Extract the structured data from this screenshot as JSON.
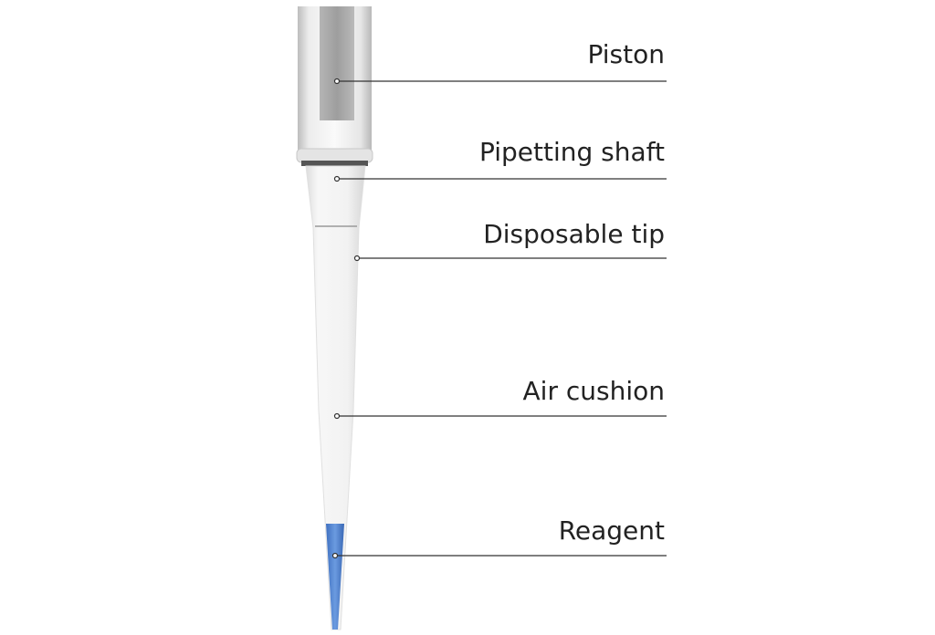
{
  "labels": {
    "piston": "Piston",
    "shaft": "Pipetting shaft",
    "tip": "Disposable tip",
    "air": "Air cushion",
    "reagent": "Reagent"
  },
  "colors": {
    "reagent": "#4a7fd0",
    "leader": "#333333",
    "piston": "#a8a8a8"
  }
}
